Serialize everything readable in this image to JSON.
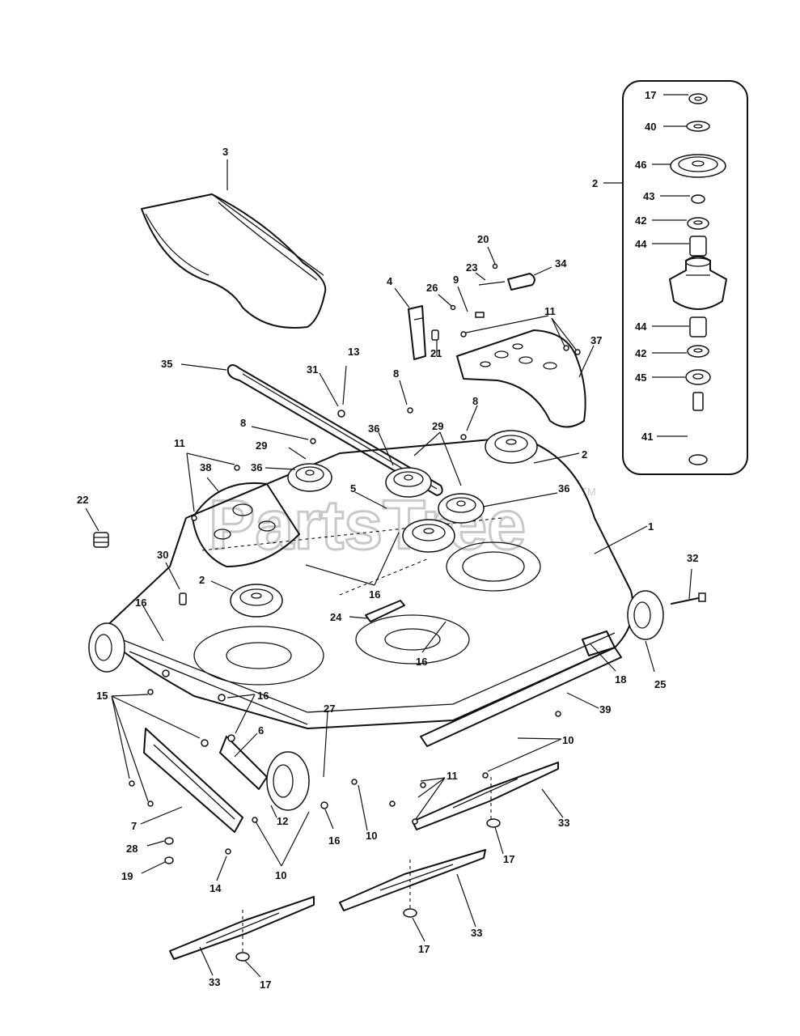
{
  "diagram": {
    "watermark": "PartsTree",
    "watermark_mark": "TM",
    "callouts": [
      {
        "id": "c3",
        "text": "3"
      },
      {
        "id": "c2a",
        "text": "2"
      },
      {
        "id": "c17a",
        "text": "17"
      },
      {
        "id": "c40",
        "text": "40"
      },
      {
        "id": "c46",
        "text": "46"
      },
      {
        "id": "c43",
        "text": "43"
      },
      {
        "id": "c42a",
        "text": "42"
      },
      {
        "id": "c44a",
        "text": "44"
      },
      {
        "id": "c44b",
        "text": "44"
      },
      {
        "id": "c42b",
        "text": "42"
      },
      {
        "id": "c45",
        "text": "45"
      },
      {
        "id": "c41",
        "text": "41"
      },
      {
        "id": "c20",
        "text": "20"
      },
      {
        "id": "c34",
        "text": "34"
      },
      {
        "id": "c23",
        "text": "23"
      },
      {
        "id": "c4",
        "text": "4"
      },
      {
        "id": "c26",
        "text": "26"
      },
      {
        "id": "c9",
        "text": "9"
      },
      {
        "id": "c11a",
        "text": "11"
      },
      {
        "id": "c37",
        "text": "37"
      },
      {
        "id": "c21",
        "text": "21"
      },
      {
        "id": "c35",
        "text": "35"
      },
      {
        "id": "c13",
        "text": "13"
      },
      {
        "id": "c31",
        "text": "31"
      },
      {
        "id": "c8a",
        "text": "8"
      },
      {
        "id": "c8b",
        "text": "8"
      },
      {
        "id": "c8c",
        "text": "8"
      },
      {
        "id": "c29a",
        "text": "29"
      },
      {
        "id": "c36a",
        "text": "36"
      },
      {
        "id": "c2b",
        "text": "2"
      },
      {
        "id": "c11b",
        "text": "11"
      },
      {
        "id": "c29b",
        "text": "29"
      },
      {
        "id": "c36b",
        "text": "36"
      },
      {
        "id": "c38",
        "text": "38"
      },
      {
        "id": "c36c",
        "text": "36"
      },
      {
        "id": "c5",
        "text": "5"
      },
      {
        "id": "c22",
        "text": "22"
      },
      {
        "id": "c1",
        "text": "1"
      },
      {
        "id": "c30",
        "text": "30"
      },
      {
        "id": "c32",
        "text": "32"
      },
      {
        "id": "c2c",
        "text": "2"
      },
      {
        "id": "c16a",
        "text": "16"
      },
      {
        "id": "c16b",
        "text": "16"
      },
      {
        "id": "c24",
        "text": "24"
      },
      {
        "id": "c16c",
        "text": "16"
      },
      {
        "id": "c18",
        "text": "18"
      },
      {
        "id": "c25",
        "text": "25"
      },
      {
        "id": "c15",
        "text": "15"
      },
      {
        "id": "c16d",
        "text": "16"
      },
      {
        "id": "c27",
        "text": "27"
      },
      {
        "id": "c39",
        "text": "39"
      },
      {
        "id": "c6",
        "text": "6"
      },
      {
        "id": "c10a",
        "text": "10"
      },
      {
        "id": "c11c",
        "text": "11"
      },
      {
        "id": "c7",
        "text": "7"
      },
      {
        "id": "c12",
        "text": "12"
      },
      {
        "id": "c16e",
        "text": "16"
      },
      {
        "id": "c10b",
        "text": "10"
      },
      {
        "id": "c33a",
        "text": "33"
      },
      {
        "id": "c28",
        "text": "28"
      },
      {
        "id": "c17b",
        "text": "17"
      },
      {
        "id": "c19",
        "text": "19"
      },
      {
        "id": "c10c",
        "text": "10"
      },
      {
        "id": "c14",
        "text": "14"
      },
      {
        "id": "c33b",
        "text": "33"
      },
      {
        "id": "c17c",
        "text": "17"
      },
      {
        "id": "c33c",
        "text": "33"
      },
      {
        "id": "c17d",
        "text": "17"
      }
    ]
  }
}
